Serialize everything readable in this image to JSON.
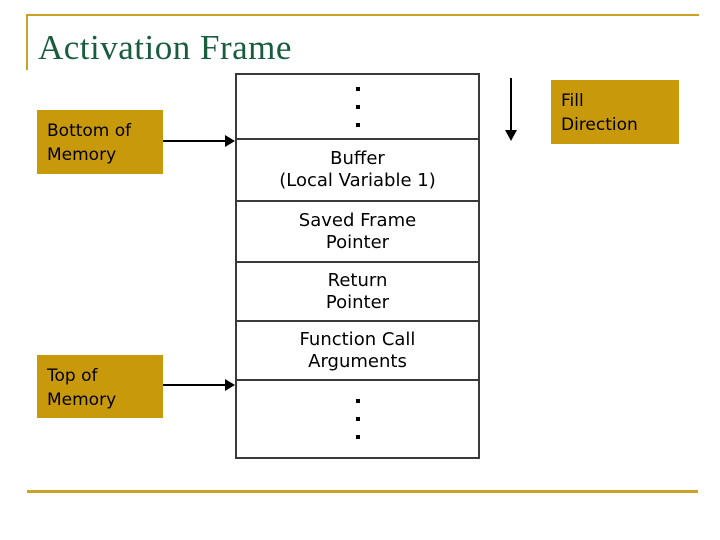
{
  "slide": {
    "title": "Activation Frame",
    "title_color": "#1A5C3E",
    "accent_color": "#C9A227",
    "callout_fill": "#C8990A",
    "background": "#FFFFFF"
  },
  "callouts": {
    "bottom_memory": "Bottom of\nMemory",
    "top_memory": "Top of\nMemory",
    "fill_direction": "Fill\nDirection"
  },
  "memory_stack": {
    "rows": [
      {
        "id": "upper-ellipsis",
        "type": "ellipsis",
        "label": "",
        "dots": 3
      },
      {
        "id": "buffer",
        "type": "text",
        "label": "Buffer\n(Local Variable 1)"
      },
      {
        "id": "saved-frame-pointer",
        "type": "text",
        "label": "Saved Frame\nPointer"
      },
      {
        "id": "return-pointer",
        "type": "text",
        "label": "Return\nPointer"
      },
      {
        "id": "function-call-arguments",
        "type": "text",
        "label": "Function Call\nArguments"
      },
      {
        "id": "lower-ellipsis",
        "type": "ellipsis",
        "label": "",
        "dots": 3
      }
    ]
  },
  "arrows": {
    "bottom_memory_pointer": "right-arrow",
    "top_memory_pointer": "right-arrow",
    "fill_direction_pointer": "down-arrow"
  }
}
